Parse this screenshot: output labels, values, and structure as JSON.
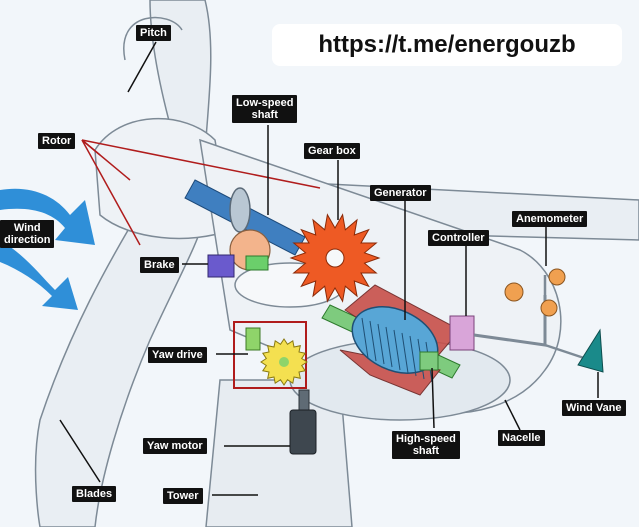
{
  "watermark": "https://t.me/energouzb",
  "labels": {
    "pitch": "Pitch",
    "low_speed_shaft_1": "Low-speed",
    "low_speed_shaft_2": "shaft",
    "rotor": "Rotor",
    "gear_box": "Gear box",
    "generator": "Generator",
    "anemometer": "Anemometer",
    "controller": "Controller",
    "wind_direction_1": "Wind",
    "wind_direction_2": "direction",
    "brake": "Brake",
    "yaw_drive": "Yaw drive",
    "wind_vane": "Wind Vane",
    "yaw_motor": "Yaw motor",
    "high_speed_shaft_1": "High-speed",
    "high_speed_shaft_2": "shaft",
    "nacelle": "Nacelle",
    "blades": "Blades",
    "tower": "Tower"
  },
  "colors": {
    "background": "#f2f6fa",
    "structure": "#e9eef3",
    "outline": "#7d8a96",
    "wind_arrow": "#2f8fd8",
    "low_speed_shaft": "#3f7fc0",
    "gear": "#ee5a24",
    "generator_coil": "#58a6d6",
    "generator_magnets": "#c8504a",
    "controller": "#d9a5d9",
    "anemometer_cups": "#f0a050",
    "wind_vane": "#1a8a8a",
    "yaw_gear": "#f4e050",
    "brake": "#6a5acd",
    "leader_line": "#b01c1c"
  }
}
